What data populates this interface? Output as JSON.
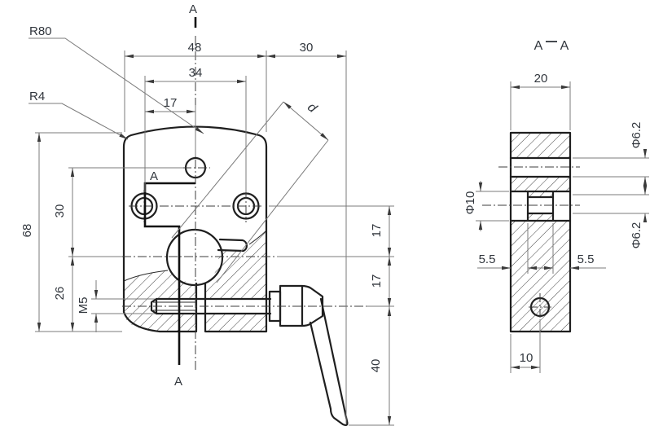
{
  "colors": {
    "background": "#ffffff",
    "outline": "#1f1f1f",
    "dimension_lines": "#7b7b7b",
    "text": "#31363d"
  },
  "front_view": {
    "markers": {
      "top": "A",
      "mid": "A",
      "bottom": "A"
    },
    "radii": {
      "top_arc": "R80",
      "corner": "R4"
    },
    "dims": {
      "overall_width": "48",
      "hole_spacing": "34",
      "hole_offset": "17",
      "handle_reach": "30",
      "bore_dia": "d",
      "overall_height": "68",
      "upper_height": "30",
      "lower_height": "26",
      "thread": "M5",
      "right_upper": "17",
      "right_lower": "17",
      "handle_drop": "40"
    }
  },
  "section_view": {
    "title": {
      "left": "A",
      "right": "A"
    },
    "dims": {
      "thickness": "20",
      "top_hole_dia": "Φ6.2",
      "counterbore_dia": "Φ10",
      "through_hole_dia": "Φ6.2",
      "cbore_depth_left": "5.5",
      "cbore_depth_right": "5.5",
      "pin_offset": "10"
    }
  }
}
